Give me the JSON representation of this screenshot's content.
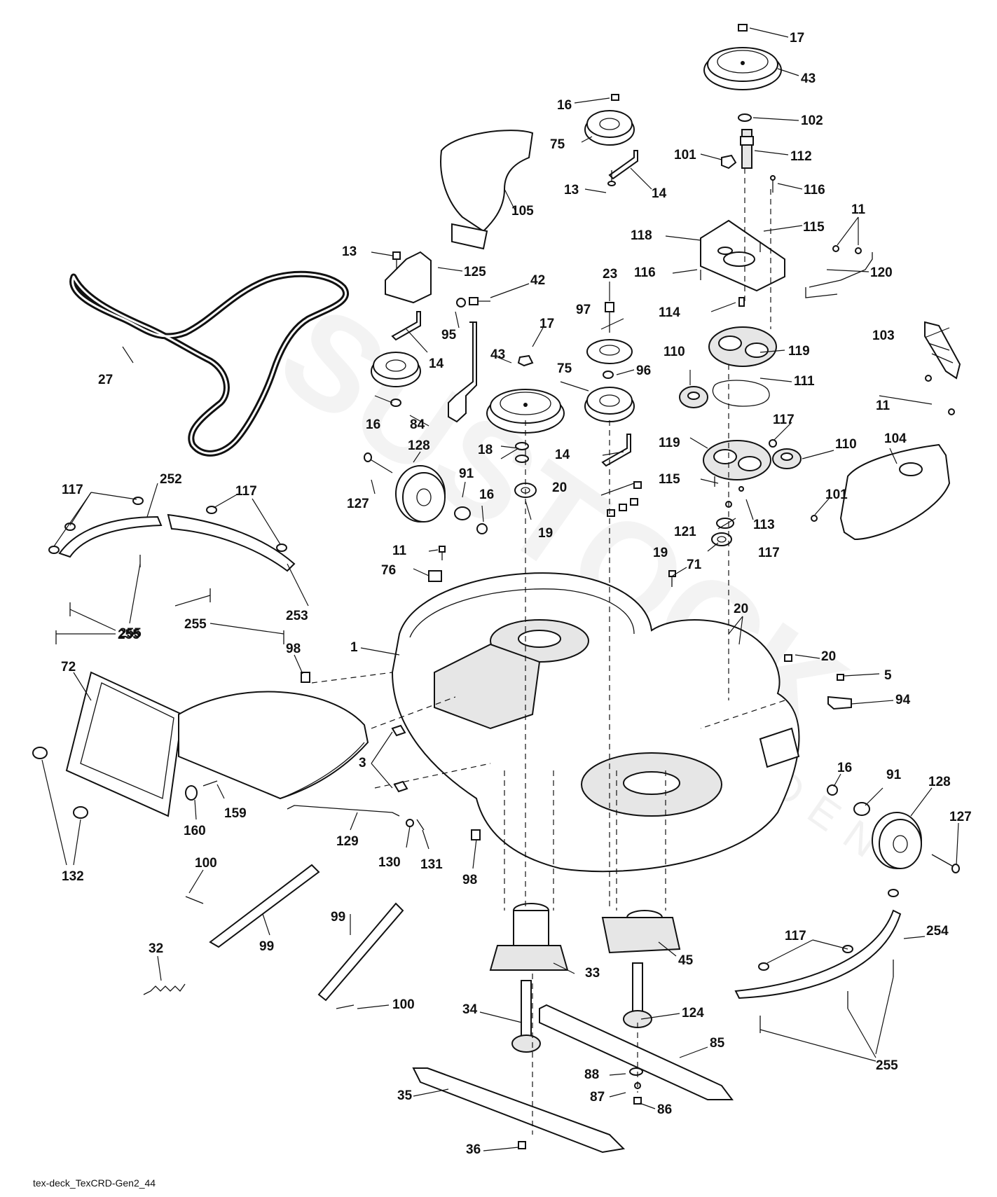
{
  "diagram": {
    "caption": "tex-deck_TexCRD-Gen2_44",
    "watermark": {
      "brand": "SUSTOCK",
      "tagline": "SWEDEN"
    },
    "callouts": [
      "17",
      "43",
      "16",
      "102",
      "75",
      "112",
      "101",
      "116",
      "14",
      "13",
      "105",
      "11",
      "115",
      "118",
      "120",
      "116",
      "13",
      "125",
      "42",
      "23",
      "114",
      "97",
      "17",
      "95",
      "43",
      "14",
      "119",
      "103",
      "110",
      "111",
      "27",
      "96",
      "75",
      "84",
      "16",
      "11",
      "117",
      "14",
      "18",
      "128",
      "110",
      "119",
      "104",
      "91",
      "16",
      "115",
      "20",
      "101",
      "127",
      "19",
      "121",
      "113",
      "117",
      "19",
      "252",
      "117",
      "117",
      "11",
      "71",
      "76",
      "20",
      "253",
      "255",
      "255",
      "255",
      "98",
      "1",
      "20",
      "5",
      "72",
      "94",
      "3",
      "16",
      "91",
      "128",
      "159",
      "127",
      "160",
      "129",
      "130",
      "131",
      "98",
      "132",
      "100",
      "99",
      "99",
      "33",
      "45",
      "32",
      "117",
      "254",
      "100",
      "124",
      "34",
      "85",
      "255",
      "88",
      "35",
      "87",
      "86",
      "36"
    ]
  }
}
